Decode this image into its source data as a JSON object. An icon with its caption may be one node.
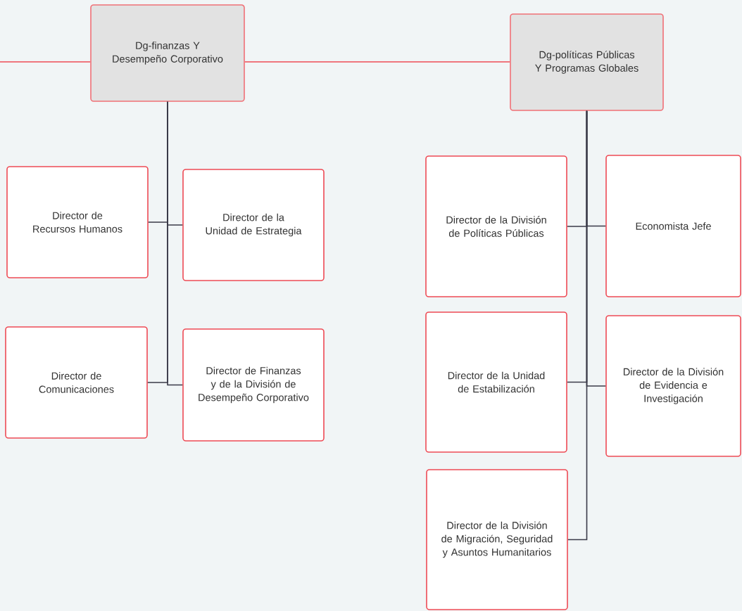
{
  "diagram": {
    "nodes": [
      {
        "text": [
          "Dg-finanzas Y Desempeño Corporativo"
        ]
      },
      {
        "text": [
          "Dg-políticas Públicas Y Programas Globales"
        ]
      },
      {
        "text": [
          "Director de Recursos Humanos"
        ]
      },
      {
        "text": [
          "Director de la Unidad de Estrategia"
        ]
      },
      {
        "text": [
          "Director de Comunicaciones"
        ]
      },
      {
        "text": [
          "Director de Finanzas y de la División de Desempeño Corporativo"
        ]
      },
      {
        "text": [
          "Director de la División de Políticas Públicas"
        ]
      },
      {
        "text": [
          "Economista Jefe"
        ]
      },
      {
        "text": [
          "Director de la Unidad de Estabilización"
        ]
      },
      {
        "text": [
          "Director de la División de Evidencia e Investigación"
        ]
      },
      {
        "text": [
          "Director de la División de Migración, Seguridad y Asuntos Humanitarios"
        ]
      }
    ],
    "edges": [
      {
        "from": null,
        "to": 0,
        "arrow": "none",
        "color": "#ee4b55"
      },
      {
        "from": 0,
        "to": 1,
        "arrow": "none",
        "color": "#ee4b55"
      },
      {
        "from": 0,
        "to": 2,
        "arrow": "none"
      },
      {
        "from": 0,
        "to": 3,
        "arrow": "none"
      },
      {
        "from": 0,
        "to": 4,
        "arrow": "none"
      },
      {
        "from": 0,
        "to": 5,
        "arrow": "none"
      },
      {
        "from": 1,
        "to": 6,
        "arrow": "none"
      },
      {
        "from": 1,
        "to": 7,
        "arrow": "none"
      },
      {
        "from": 1,
        "to": 8,
        "arrow": "none"
      },
      {
        "from": 1,
        "to": 9,
        "arrow": "none"
      },
      {
        "from": 1,
        "to": 10,
        "arrow": "none"
      }
    ]
  }
}
